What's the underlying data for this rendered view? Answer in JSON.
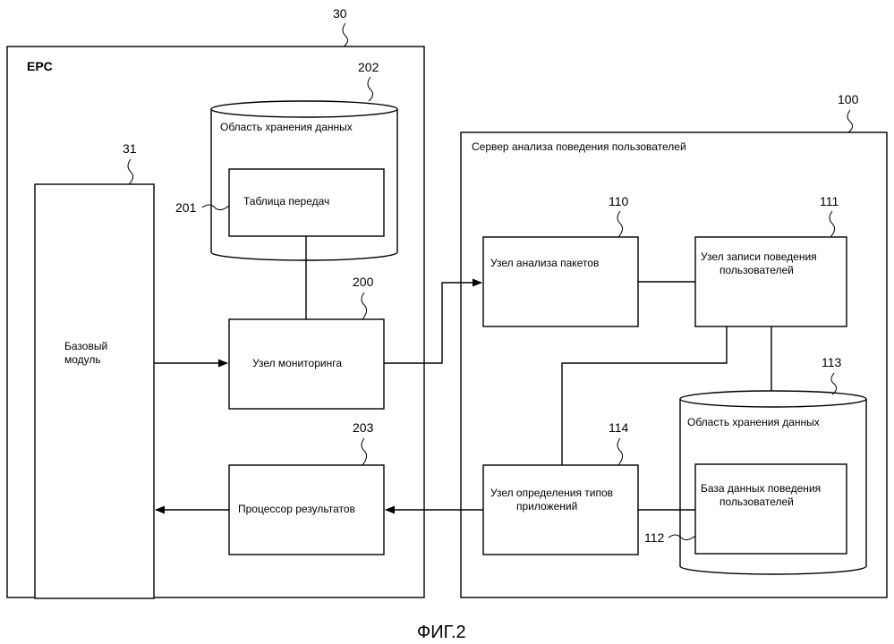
{
  "epc": {
    "ref": "30",
    "label": "EPC",
    "base_module": {
      "ref": "31",
      "label_line1": "Базовый",
      "label_line2": "модуль"
    },
    "storage": {
      "ref": "202",
      "label": "Область хранения данных"
    },
    "transfer_table": {
      "ref": "201",
      "label": "Таблица передач"
    },
    "monitoring": {
      "ref": "200",
      "label": "Узел мониторинга"
    },
    "result_processor": {
      "ref": "203",
      "label": "Процессор результатов"
    }
  },
  "server": {
    "ref": "100",
    "label": "Сервер анализа поведения пользователей",
    "packet_analysis": {
      "ref": "110",
      "label": "Узел анализа пакетов"
    },
    "behavior_record": {
      "ref": "111",
      "label_line1": "Узел записи поведения",
      "label_line2": "пользователей"
    },
    "storage": {
      "ref": "113",
      "label": "Область хранения данных"
    },
    "app_types": {
      "ref": "114",
      "label_line1": "Узел определения типов",
      "label_line2": "приложений"
    },
    "behavior_db": {
      "ref": "112",
      "label_line1": "База данных поведения",
      "label_line2": "пользователей"
    }
  },
  "figure_caption": "ФИГ.2"
}
